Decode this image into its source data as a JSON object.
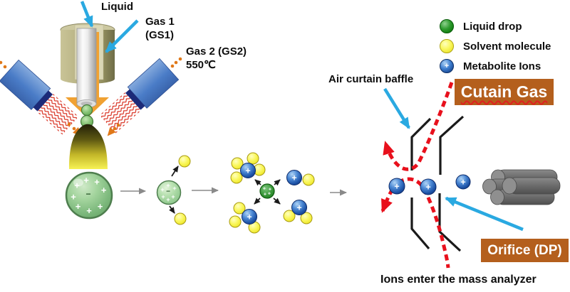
{
  "labels": {
    "liquid": "Liquid",
    "gas1_line1": "Gas 1",
    "gas1_line2": "(GS1)",
    "gas2_line1": "Gas 2 (GS2)",
    "gas2_line2": "550℃",
    "air_curtain_baffle": "Air curtain baffle",
    "curtain_gas_box": "Cutain Gas",
    "orifice_box": "Orifice (DP)",
    "ions_enter": "Ions enter the mass analyzer"
  },
  "legend": {
    "items": [
      {
        "icon": "liquid-drop-icon",
        "label": "Liquid drop",
        "color": "#168a16"
      },
      {
        "icon": "solvent-molecule-icon",
        "label": "Solvent molecule",
        "color": "#f4f22e"
      },
      {
        "icon": "metabolite-ion-icon",
        "label": "Metabolite Ions",
        "color": "#1d55ab"
      }
    ]
  },
  "symbols": {
    "plus": "+",
    "minus": "−"
  },
  "colors": {
    "callout_box": "#b45f1d",
    "label_arrow_cyan": "#2aa9e1",
    "gas_flow_red": "#e8101c",
    "spray_arrow_orange": "#f0a132",
    "heater_blue": "#4a7cc7",
    "nozzle_housing_olive": "#b2ad7e"
  }
}
